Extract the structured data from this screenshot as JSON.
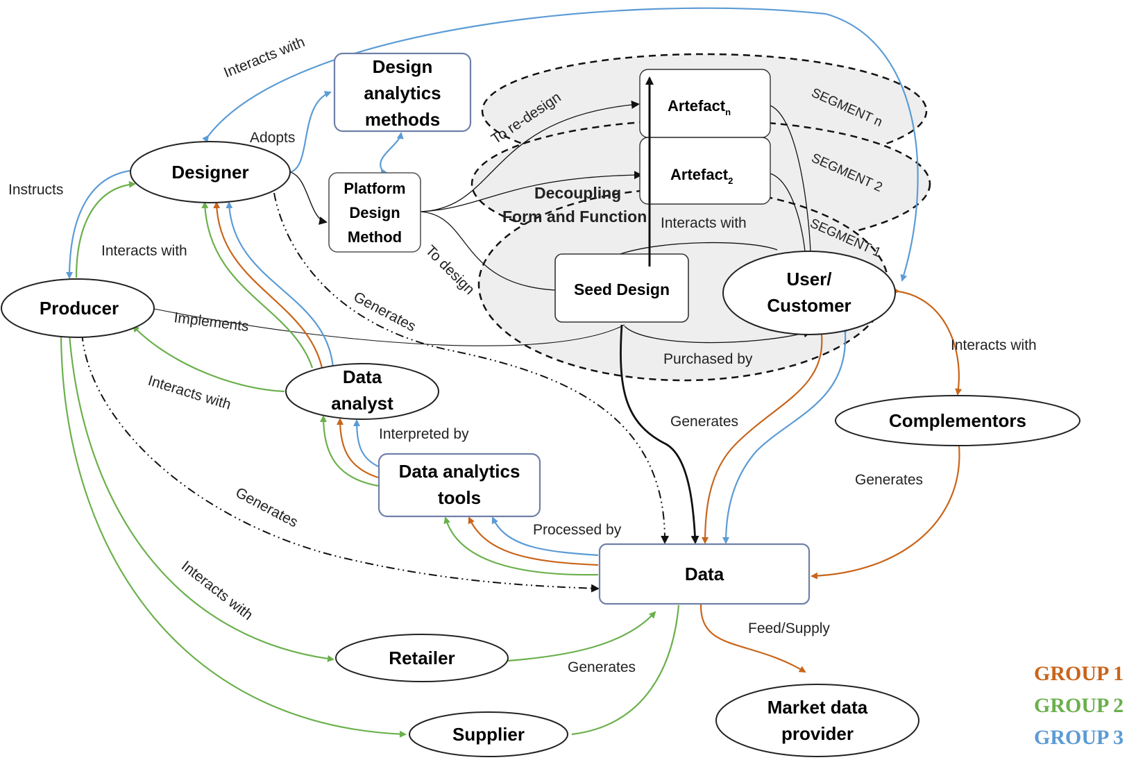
{
  "colors": {
    "group1": "#c8651b",
    "group2": "#6ab04c",
    "group3": "#5b9bd5",
    "black": "#111111",
    "node_border": "#222222",
    "box_border": "#6f7fa8",
    "segment_fill": "#eeeeee"
  },
  "nodes": {
    "designer": "Designer",
    "producer": "Producer",
    "design_analytics": [
      "Design",
      "analytics",
      "methods"
    ],
    "platform_design": [
      "Platform",
      "Design",
      "Method"
    ],
    "data_analyst": [
      "Data",
      "analyst"
    ],
    "data_analytics_tools": [
      "Data analytics",
      "tools"
    ],
    "data": "Data",
    "retailer": "Retailer",
    "supplier": "Supplier",
    "market_data": [
      "Market data",
      "provider"
    ],
    "complementors": "Complementors",
    "user_customer": [
      "User/",
      "Customer"
    ],
    "seed_design": "Seed Design",
    "artefact_n": "Artefact",
    "artefact_n_sub": "n",
    "artefact_2": "Artefact",
    "artefact_2_sub": "2"
  },
  "segments": {
    "segment_n": "SEGMENT n",
    "segment_2": "SEGMENT 2",
    "segment_1": "SEGMENT 1"
  },
  "edge_labels": {
    "interacts_top": "Interacts with",
    "adopts": "Adopts",
    "instructs": "Instructs",
    "interacts_designer_producer": "Interacts with",
    "implements": "Implements",
    "generates_designer": "Generates",
    "interacts_analyst_producer": "Interacts with",
    "interpreted_by": "Interpreted by",
    "processed_by": "Processed by",
    "generates_producer": "Generates",
    "interacts_retailer": "Interacts with",
    "generates_retailer_supplier": "Generates",
    "feed_supply": "Feed/Supply",
    "generates_complementors": "Generates",
    "interacts_complementors": "Interacts with",
    "generates_seed": "Generates",
    "purchased_by": "Purchased by",
    "to_redesign": "To re-design",
    "to_design": "To design",
    "decoupling_1": "Decoupling",
    "decoupling_2": "Form and Function",
    "interacts_user_seed": "Interacts with"
  },
  "legend": {
    "group1": "GROUP 1",
    "group2": "GROUP 2",
    "group3": "GROUP 3"
  }
}
